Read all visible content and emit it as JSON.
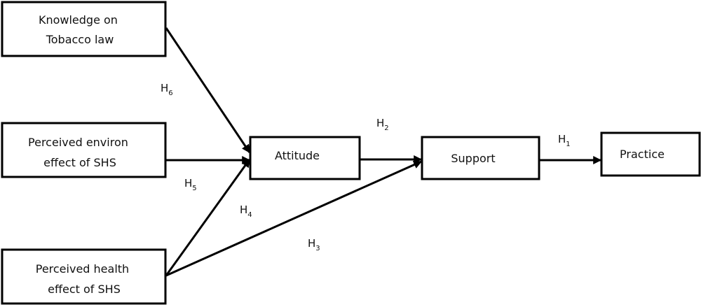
{
  "nodes": {
    "knowledge": {
      "lines": [
        "Knowledge on",
        "Tobacco law"
      ]
    },
    "environ": {
      "lines": [
        "Perceived environ",
        "effect of SHS"
      ]
    },
    "health": {
      "lines": [
        "Perceived health",
        "effect of SHS"
      ]
    },
    "attitude": {
      "lines": [
        "Attitude"
      ]
    },
    "support": {
      "lines": [
        "Support"
      ]
    },
    "practice": {
      "lines": [
        "Practice"
      ]
    }
  },
  "hypotheses": {
    "h1": {
      "letter": "H",
      "number": "1"
    },
    "h2": {
      "letter": "H",
      "number": "2"
    },
    "h3": {
      "letter": "H",
      "number": "3"
    },
    "h4": {
      "letter": "H",
      "number": "4"
    },
    "h5": {
      "letter": "H",
      "number": "5"
    },
    "h6": {
      "letter": "H",
      "number": "6"
    }
  },
  "colors": {
    "stroke": "#000000",
    "background": "#ffffff",
    "text": "#111111"
  }
}
